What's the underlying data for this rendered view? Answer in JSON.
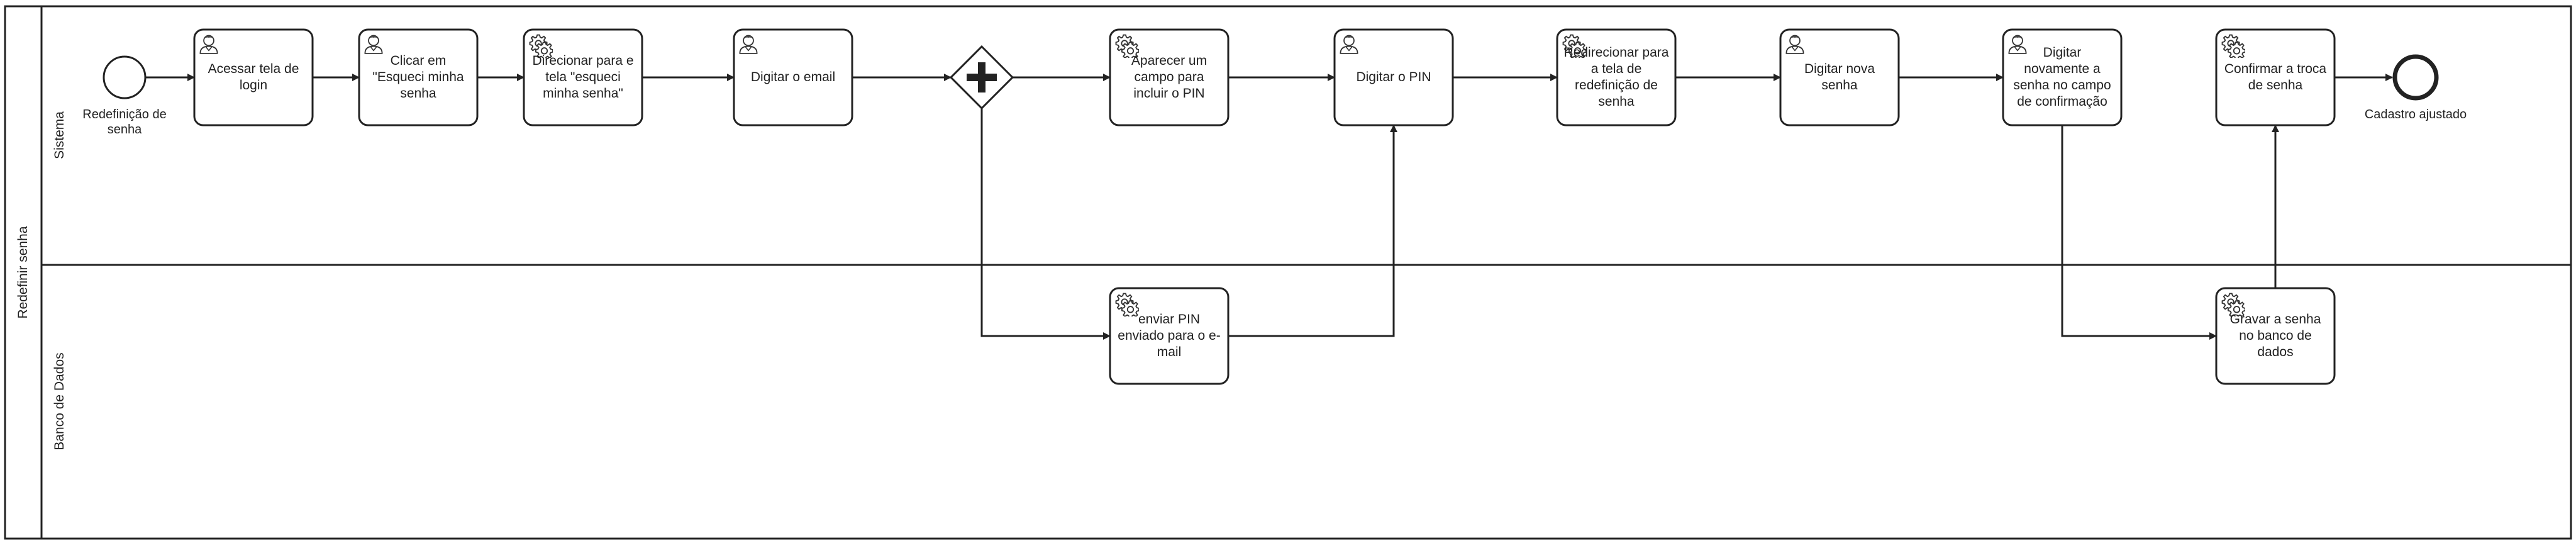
{
  "pool": {
    "label": "Redefinir senha"
  },
  "lanes": [
    {
      "label": "Sistema"
    },
    {
      "label": "Banco de Dados"
    }
  ],
  "start_event": {
    "label": "Redefinição de senha"
  },
  "end_event": {
    "label": "Cadastro ajustado"
  },
  "tasks": [
    {
      "id": "t1",
      "label": "Acessar tela de login",
      "icon": "user-icon"
    },
    {
      "id": "t2",
      "label": "Clicar em \"Esqueci minha senha",
      "icon": "user-icon"
    },
    {
      "id": "t3",
      "label": "Direcionar para e tela \"esqueci minha senha\"",
      "icon": "gear-icon"
    },
    {
      "id": "t4",
      "label": "Digitar o email",
      "icon": "user-icon"
    },
    {
      "id": "t5",
      "label": "Aparecer um campo para incluir o PIN",
      "icon": "gear-icon"
    },
    {
      "id": "t6",
      "label": "Digitar o PIN",
      "icon": "user-icon"
    },
    {
      "id": "t7",
      "label": "Redirecionar para a tela de redefinição de senha",
      "icon": "gear-icon"
    },
    {
      "id": "t8",
      "label": "Digitar nova senha",
      "icon": "user-icon"
    },
    {
      "id": "t9",
      "label": "Digitar novamente a senha no campo de confirmação",
      "icon": "user-icon"
    },
    {
      "id": "t10",
      "label": "Confirmar a troca de senha",
      "icon": "gear-icon"
    },
    {
      "id": "t11",
      "label": "enviar PIN enviado para o e-mail",
      "icon": "gear-icon"
    },
    {
      "id": "t12",
      "label": "Gravar a senha no banco de dados",
      "icon": "gear-icon"
    }
  ],
  "gateway": {
    "type": "parallel",
    "icon": "plus-icon"
  }
}
